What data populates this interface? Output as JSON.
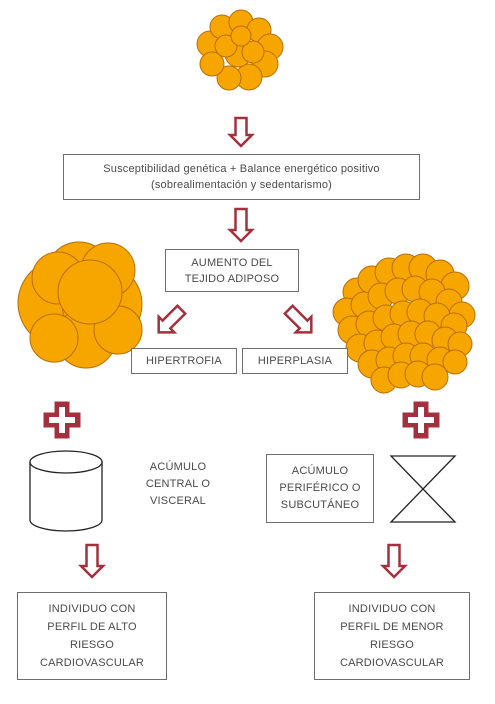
{
  "colors": {
    "cell_fill": "#F7A600",
    "cell_stroke": "#B96E00",
    "arrow": "#A3303C",
    "plus_outer": "#A3303C",
    "box_border": "#6E6E6E",
    "text": "#4A4A4A"
  },
  "boxes": {
    "susceptibility": {
      "line1": "Susceptibilidad genética + Balance energético positivo",
      "line2": "(sobrealimentación y sedentarismo)"
    },
    "increase": {
      "line1": "AUMENTO DEL",
      "line2": "TEJIDO ADIPOSO"
    },
    "hypertrophy": "HIPERTROFIA",
    "hyperplasia": "HIPERPLASIA",
    "peripheral": {
      "line1": "ACÚMULO",
      "line2": "PERIFÉRICO O",
      "line3": "SUBCUTÁNEO"
    },
    "high_risk": {
      "line1": "INDIVIDUO CON",
      "line2": "PERFIL DE ALTO",
      "line3": "RIESGO",
      "line4": "CARDIOVASCULAR"
    },
    "low_risk": {
      "line1": "INDIVIDUO CON",
      "line2": "PERFIL DE MENOR",
      "line3": "RIESGO",
      "line4": "CARDIOVASCULAR"
    }
  },
  "labels": {
    "central": {
      "line1": "ACÚMULO",
      "line2": "CENTRAL O",
      "line3": "VISCERAL"
    }
  },
  "icons": {
    "top_cells": "adipocyte-cluster-icon",
    "hypertrophy_cells": "hypertrophic-adipocytes-icon",
    "hyperplasia_cells": "hyperplastic-adipocytes-icon",
    "central_shape": "cylinder-icon",
    "peripheral_shape": "hourglass-icon",
    "plus": "plus-icon",
    "arrow": "down-arrow-icon"
  }
}
